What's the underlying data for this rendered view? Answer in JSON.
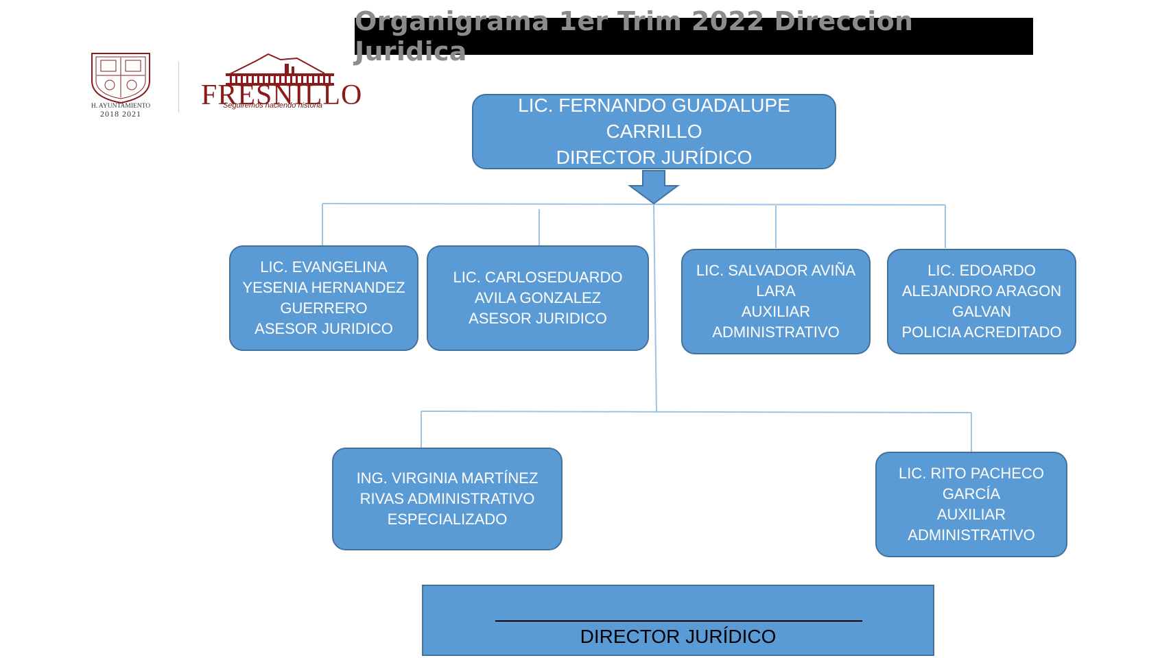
{
  "title": "Organigrama 1er Trim 2022 Direccion Juridica",
  "logo": {
    "seal_caption": "H. AYUNTAMIENTO",
    "seal_years": "2018 2021",
    "brand": "FRESNILLO",
    "tagline": "Seguiremos haciendo historia"
  },
  "director": {
    "lines": [
      "LIC. FERNANDO GUADALUPE",
      "CARRILLO",
      "DIRECTOR JURÍDICO"
    ]
  },
  "staff": [
    {
      "lines": [
        "LIC. EVANGELINA",
        "YESENIA HERNANDEZ",
        "GUERRERO",
        "ASESOR JURIDICO"
      ]
    },
    {
      "lines": [
        "LIC. CARLOSEDUARDO",
        "AVILA GONZALEZ",
        "ASESOR JURIDICO"
      ]
    },
    {
      "lines": [
        "LIC. SALVADOR AVIÑA",
        "LARA",
        "AUXILIAR",
        "ADMINISTRATIVO"
      ]
    },
    {
      "lines": [
        "LIC. EDOARDO",
        "ALEJANDRO ARAGON",
        "GALVAN",
        "POLICIA ACREDITADO"
      ]
    },
    {
      "lines": [
        "ING. VIRGINIA MARTÍNEZ",
        "RIVAS  ADMINISTRATIVO",
        "ESPECIALIZADO"
      ]
    },
    {
      "lines": [
        "LIC. RITO PACHECO",
        "GARCÍA",
        "AUXILIAR",
        "ADMINISTRATIVO"
      ]
    }
  ],
  "footer": {
    "label": "DIRECTOR JURÍDICO"
  },
  "colors": {
    "box_fill": "#5b9bd5",
    "box_border": "#41719c",
    "connector": "#9dc3e6",
    "brand": "#8b1a1a"
  }
}
